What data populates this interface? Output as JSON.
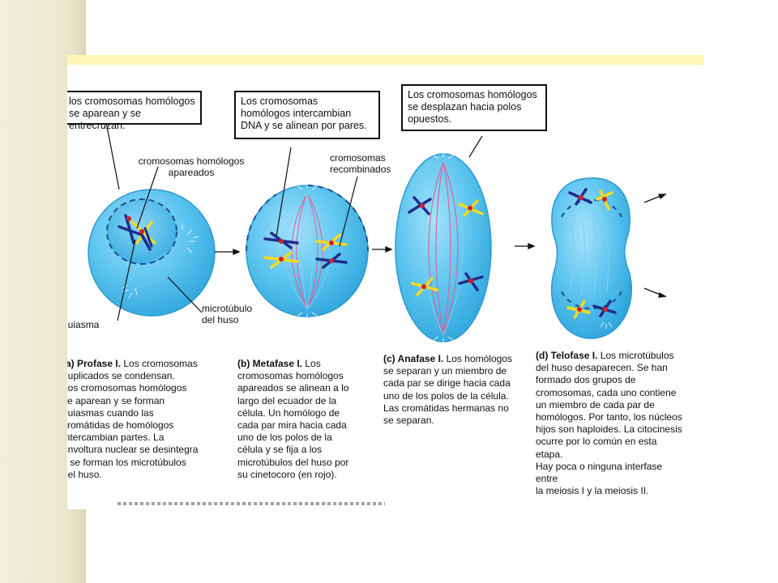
{
  "callouts": {
    "prophase": "los cromosomas homólogos\nse aparean y se entrecruzan.",
    "metaphase": "Los cromosomas\nhomólogos intercambian\nDNA y se alinean por pares.",
    "anaphase": "Los cromosomas homólogos\nse desplazan hacia polos\nopuestos."
  },
  "labels": {
    "paired_homologs": "cromosomas homólogos\napareados",
    "recombined": "cromosomas\nrecombinados",
    "chiasma": "quiasma",
    "spindle_microtubule": "microtúbulo\ndel huso"
  },
  "captions": [
    {
      "head": "(a) Profase I.",
      "body": " Los cromosomas\nduplicados se condensan.\nLos cromosomas homólogos\nse aparean y se forman\nquiasmas cuando las\ncromátidas de homólogos\nintercambian partes. La\nenvoltura nuclear se desintegra\ny se forman los microtúbulos\ndel huso."
    },
    {
      "head": "(b) Metafase I.",
      "body": " Los\ncromosomas homólogos\napareados se alinean a lo\nlargo del ecuador de la\ncélula. Un homólogo de\ncada par mira hacia cada\nuno de los polos de la\ncélula y se fija a los\nmicrotúbulos del huso por\nsu cinetocoro (en rojo)."
    },
    {
      "head": "(c) Anafase I.",
      "body": " Los homólogos\nse separan y un miembro de\ncada par se dirige hacia cada\nuno de los polos de la célula.\nLas cromátidas hermanas no\nse separan."
    },
    {
      "head": "(d) Telofase I.",
      "body": " Los microtúbulos\ndel huso desaparecen. Se han\nformado dos grupos de\ncromosomas, cada uno contiene\nun miembro de cada par de\nhomólogos. Por tanto, los núcleos\nhijos son haploides. La citocinesis\nocurre por lo común en esta etapa.\nHay poca o ninguna interfase entre\nla meiosis I y la meiosis II."
    }
  ],
  "colors": {
    "cell_fill": "#44b8ea",
    "cell_light": "#9ee0fb",
    "spindle_pink": "#d36a9c",
    "chromosome_blue": "#202c8c",
    "chromosome_yellow": "#f3da22",
    "kinetochore_red": "#d0202a",
    "page_strip": "#ede9d0",
    "top_band": "#fbf6b3"
  }
}
